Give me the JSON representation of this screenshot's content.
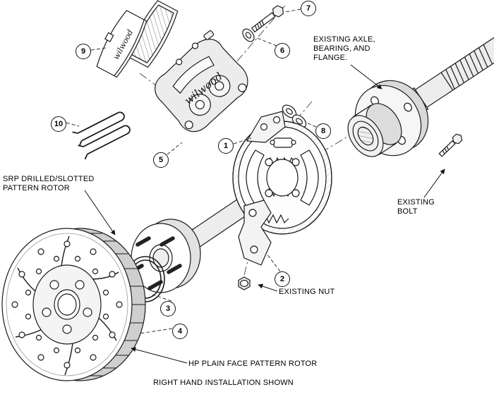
{
  "diagram": {
    "brand": "wilwood",
    "callouts": [
      {
        "number": "1"
      },
      {
        "number": "2"
      },
      {
        "number": "3"
      },
      {
        "number": "4"
      },
      {
        "number": "5"
      },
      {
        "number": "6"
      },
      {
        "number": "7"
      },
      {
        "number": "8"
      },
      {
        "number": "9"
      },
      {
        "number": "10"
      }
    ],
    "labels": {
      "existing_axle": "EXISTING AXLE,\nBEARING, AND\nFLANGE.",
      "existing_bolt": "EXISTING\nBOLT",
      "srp_rotor": "SRP DRILLED/SLOTTED\nPATTERN ROTOR",
      "existing_nut": "EXISTING NUT",
      "hp_rotor": "HP PLAIN FACE PATTERN ROTOR",
      "installation_note": "RIGHT HAND INSTALLATION SHOWN"
    }
  }
}
